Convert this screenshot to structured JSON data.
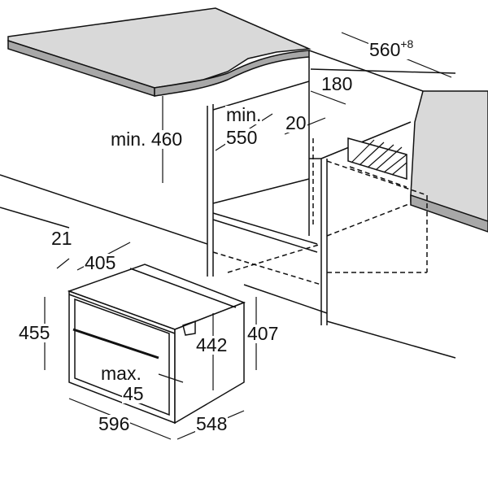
{
  "dimensions": {
    "niche_width": {
      "value": "560",
      "tolerance": "+8"
    },
    "vent_opening": "180",
    "min_height_above": "min. 460",
    "min_depth_label": "min.",
    "min_depth_value": "550",
    "rear_gap": "20",
    "front_offset": "21",
    "oven_body_width": "405",
    "oven_front_height": "455",
    "oven_body_height_inner": "442",
    "oven_body_height": "407",
    "max_label": "max.",
    "max_value": "45",
    "oven_width": "596",
    "oven_depth": "548"
  },
  "colors": {
    "line": "#111111",
    "counter_top": "#d9d9d9",
    "counter_side": "#a8a8a8"
  }
}
